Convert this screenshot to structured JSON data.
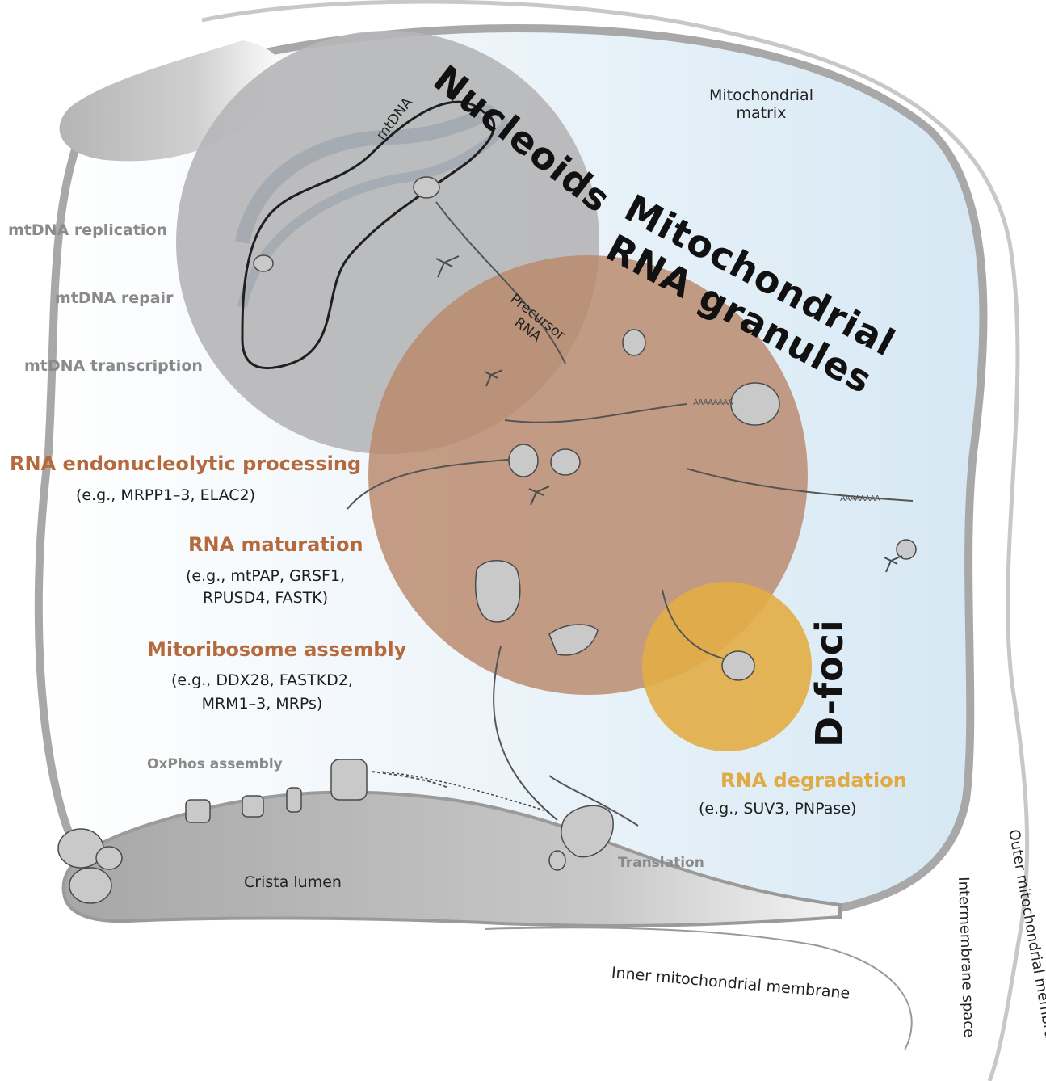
{
  "colors": {
    "matrix": "#dcebf5",
    "membrane": "#a8a8a8",
    "nucleoid": "#b9b9bb",
    "granule": "#c29572",
    "dfoci": "#e7b54e",
    "crista": "#b3b3b3",
    "heading_orange": "#b46a3c",
    "heading_yellow": "#e0aa45",
    "heading_grey": "#8a8a8a"
  },
  "icons": [
    "protein-complex-icon",
    "trna-icon",
    "mitoribosome-icon",
    "poly-a-tail-icon"
  ],
  "compartments": {
    "nucleoids": "Nucleoids",
    "granules_line1": "Mitochondrial",
    "granules_line2": "RNA granules",
    "dfoci": "D-foci",
    "matrix_line1": "Mitochondrial",
    "matrix_line2": "matrix",
    "crista_lumen": "Crista lumen",
    "inner_membrane": "Inner mitochondrial membrane",
    "intermembrane": "Intermembrane space",
    "outer_membrane": "Outer mitochondrial membrane"
  },
  "inline_labels": {
    "mtdna": "mtDNA",
    "precursor_line1": "Precursor",
    "precursor_line2": "RNA",
    "poly_a": "AAAAAAAA"
  },
  "processes": {
    "replication": "mtDNA replication",
    "repair": "mtDNA repair",
    "transcription": "mtDNA transcription",
    "endonucleolytic": {
      "title": "RNA endonucleolytic processing",
      "examples": "(e.g., MRPP1–3, ELAC2)"
    },
    "maturation": {
      "title": "RNA maturation",
      "examples_line1": "(e.g., mtPAP, GRSF1,",
      "examples_line2": "RPUSD4, FASTK)"
    },
    "mitoribosome": {
      "title": "Mitoribosome assembly",
      "examples_line1": "(e.g., DDX28, FASTKD2,",
      "examples_line2": "MRM1–3, MRPs)"
    },
    "degradation": {
      "title": "RNA degradation",
      "examples": "(e.g., SUV3, PNPase)"
    },
    "oxphos": "OxPhos assembly",
    "translation": "Translation"
  }
}
